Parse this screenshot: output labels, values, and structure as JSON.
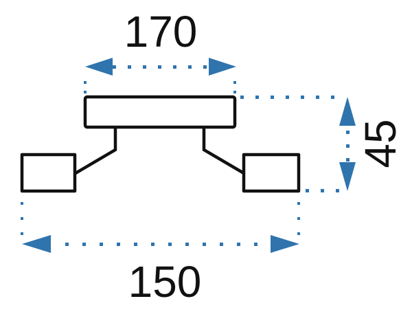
{
  "dimensions": {
    "top_width": "170",
    "height": "45",
    "bottom_width": "150"
  },
  "colors": {
    "dimension_line": "#2f74ad",
    "outline": "#111111",
    "background": "#ffffff"
  }
}
